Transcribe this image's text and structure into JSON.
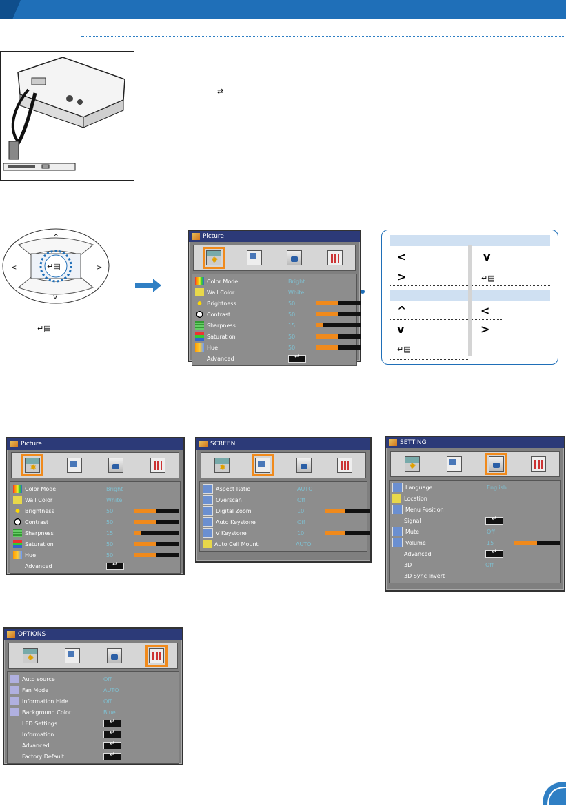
{
  "nav_keys": {
    "left": "<",
    "right": ">",
    "up": "^",
    "down": "v",
    "enter": "↵▤"
  },
  "menus": {
    "picture_large": {
      "title": "Picture",
      "rows": [
        {
          "label": "Color Mode",
          "value": "Bright",
          "icon": "color-mode-icon"
        },
        {
          "label": "Wall Color",
          "value": "White",
          "icon": "wall-color-icon"
        },
        {
          "label": "Brightness",
          "value": "50",
          "bar": 0.5,
          "icon": "brightness-icon"
        },
        {
          "label": "Contrast",
          "value": "50",
          "bar": 0.5,
          "icon": "contrast-icon"
        },
        {
          "label": "Sharpness",
          "value": "15",
          "bar": 0.15,
          "icon": "sharpness-icon"
        },
        {
          "label": "Saturation",
          "value": "50",
          "bar": 0.5,
          "icon": "saturation-icon"
        },
        {
          "label": "Hue",
          "value": "50",
          "bar": 0.5,
          "icon": "hue-icon"
        },
        {
          "label": "Advanced",
          "enter": true
        }
      ]
    },
    "picture": {
      "title": "Picture",
      "rows": [
        {
          "label": "Color Mode",
          "value": "Bright"
        },
        {
          "label": "Wall Color",
          "value": "White"
        },
        {
          "label": "Brightness",
          "value": "50",
          "bar": 0.5
        },
        {
          "label": "Contrast",
          "value": "50",
          "bar": 0.5
        },
        {
          "label": "Sharpness",
          "value": "15",
          "bar": 0.15
        },
        {
          "label": "Saturation",
          "value": "50",
          "bar": 0.5
        },
        {
          "label": "Hue",
          "value": "50",
          "bar": 0.5
        },
        {
          "label": "Advanced",
          "enter": true
        }
      ]
    },
    "screen": {
      "title": "SCREEN",
      "rows": [
        {
          "label": "Aspect Ratio",
          "value": "AUTO"
        },
        {
          "label": "Overscan",
          "value": "Off"
        },
        {
          "label": "Digital Zoom",
          "value": "10",
          "bar": 0.45
        },
        {
          "label": "Auto Keystone",
          "value": "Off"
        },
        {
          "label": "V Keystone",
          "value": "10",
          "bar": 0.45
        },
        {
          "label": "Auto Ceil Mount",
          "value": "AUTO"
        }
      ]
    },
    "setting": {
      "title": "SETTING",
      "rows": [
        {
          "label": "Language",
          "value": "English"
        },
        {
          "label": "Location",
          "value": ""
        },
        {
          "label": "Menu Position",
          "value": ""
        },
        {
          "label": "Signal",
          "enter": true
        },
        {
          "label": "Mute",
          "value": "Off"
        },
        {
          "label": "Volume",
          "value": "15",
          "bar": 0.5
        },
        {
          "label": "Advanced",
          "enter": true
        },
        {
          "label": "3D",
          "value": "Off"
        },
        {
          "label": "3D Sync Invert",
          "value": ""
        }
      ]
    },
    "options": {
      "title": "OPTIONS",
      "rows": [
        {
          "label": "Auto source",
          "value": "Off"
        },
        {
          "label": "Fan Mode",
          "value": "AUTO"
        },
        {
          "label": "Information Hide",
          "value": "Off"
        },
        {
          "label": "Background Color",
          "value": "Blue"
        },
        {
          "label": "LED Settings",
          "enter": true
        },
        {
          "label": "Information",
          "enter": true
        },
        {
          "label": "Advanced",
          "enter": true
        },
        {
          "label": "Factory Default",
          "enter": true
        }
      ]
    }
  },
  "colors": {
    "accent_blue": "#1f6fb8",
    "highlight_orange": "#f08a1c",
    "menu_title_bar": "#2c3a78",
    "menu_value_text": "#7fbfd0"
  }
}
